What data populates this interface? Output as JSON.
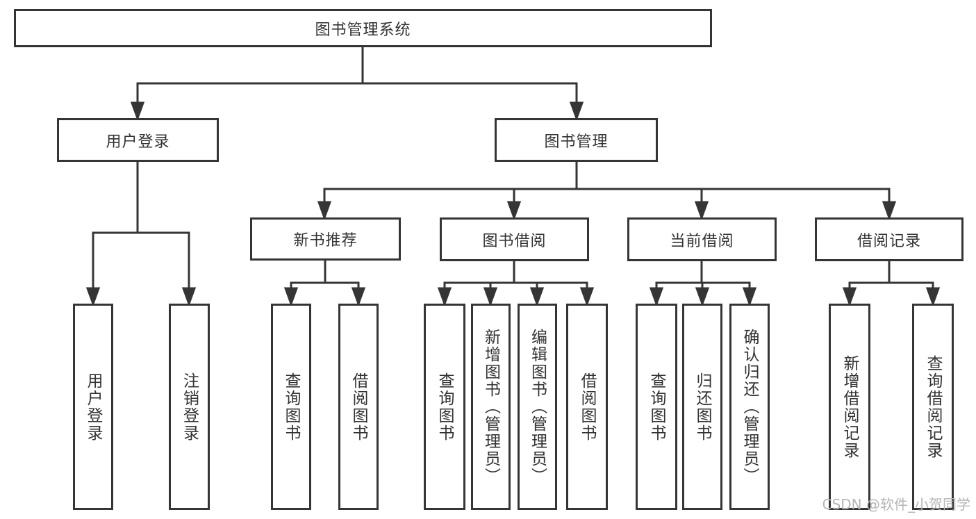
{
  "diagram": {
    "type": "tree-structure-diagram",
    "colors": {
      "line": "#353535",
      "box_background": "#ffffff",
      "text": "#333333",
      "watermark": "#b5b5b5"
    },
    "nodes": {
      "root": {
        "label": "图书管理系统"
      },
      "user_login": {
        "label": "用户登录"
      },
      "book_mgmt": {
        "label": "图书管理"
      },
      "new_book_rec": {
        "label": "新书推荐"
      },
      "book_borrow": {
        "label": "图书借阅"
      },
      "current_borrow": {
        "label": "当前借阅"
      },
      "borrow_records": {
        "label": "借阅记录"
      },
      "leaf_user_login": {
        "label": "用户登录"
      },
      "leaf_logout": {
        "label": "注销登录"
      },
      "leaf_query_book_1": {
        "label": "查询图书"
      },
      "leaf_borrow_book_1": {
        "label": "借阅图书"
      },
      "leaf_query_book_2": {
        "label": "查询图书"
      },
      "leaf_add_book": {
        "label": "新增图书（管理员）"
      },
      "leaf_edit_book": {
        "label": "编辑图书（管理员）"
      },
      "leaf_borrow_book_2": {
        "label": "借阅图书"
      },
      "leaf_query_book_3": {
        "label": "查询图书"
      },
      "leaf_return_book": {
        "label": "归还图书"
      },
      "leaf_confirm_return": {
        "label": "确认归还（管理员）"
      },
      "leaf_add_record": {
        "label": "新增借阅记录"
      },
      "leaf_query_record": {
        "label": "查询借阅记录"
      }
    },
    "hierarchy": [
      {
        "parent": "图书管理系统",
        "children": [
          "用户登录",
          "图书管理"
        ]
      },
      {
        "parent": "用户登录",
        "children": [
          "用户登录",
          "注销登录"
        ]
      },
      {
        "parent": "图书管理",
        "children": [
          "新书推荐",
          "图书借阅",
          "当前借阅",
          "借阅记录"
        ]
      },
      {
        "parent": "新书推荐",
        "children": [
          "查询图书",
          "借阅图书"
        ]
      },
      {
        "parent": "图书借阅",
        "children": [
          "查询图书",
          "新增图书（管理员）",
          "编辑图书（管理员）",
          "借阅图书"
        ]
      },
      {
        "parent": "当前借阅",
        "children": [
          "查询图书",
          "归还图书",
          "确认归还（管理员）"
        ]
      },
      {
        "parent": "借阅记录",
        "children": [
          "新增借阅记录",
          "查询借阅记录"
        ]
      }
    ],
    "watermark": {
      "text": "CSDN @软件_小贺同学"
    }
  }
}
